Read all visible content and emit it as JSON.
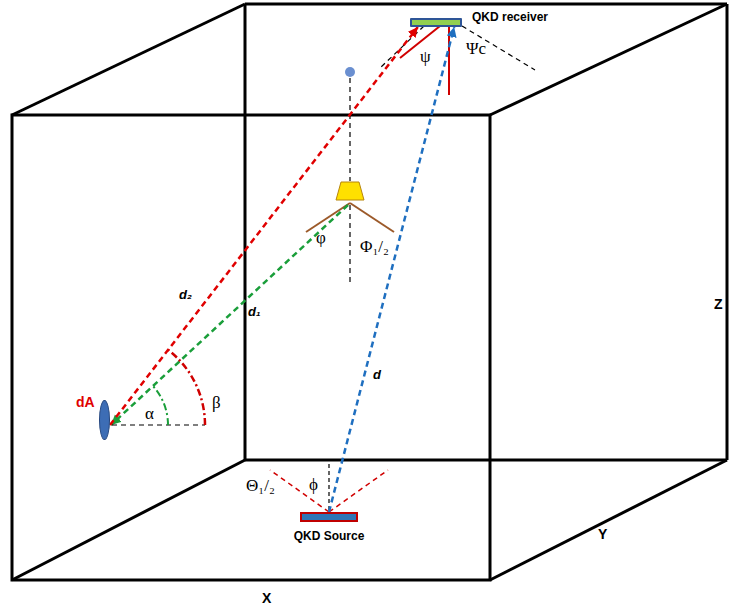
{
  "diagram": {
    "nodes": [
      {
        "text": [
          "QKD receiver"
        ]
      },
      {
        "text": [
          "dA"
        ]
      },
      {
        "text": [
          "QKD Source"
        ]
      }
    ],
    "edges": [
      {
        "from": 2,
        "to": 0,
        "label": "d",
        "arrow": "to"
      },
      {
        "from": 1,
        "to": 0,
        "label": "d₂",
        "arrow": "to"
      }
    ],
    "labels": [
      "ψ",
      "Ψc",
      "φ",
      "Φ₁/₂",
      "d₁",
      "α",
      "β",
      "Θ₁/₂",
      "ϕ",
      "X",
      "Y",
      "Z"
    ]
  }
}
